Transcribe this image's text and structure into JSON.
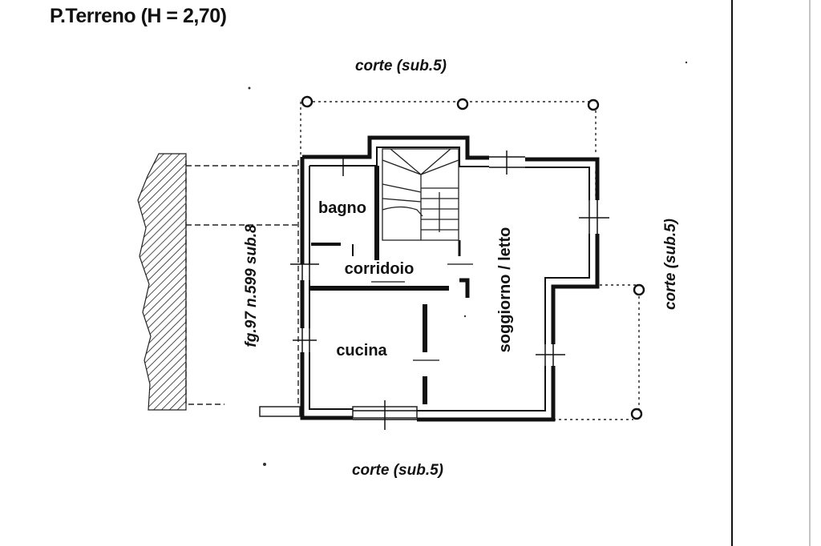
{
  "plan": {
    "title": "P.Terreno (H = 2,70)",
    "labels": {
      "corte_top": "corte (sub.5)",
      "corte_right": "corte (sub.5)",
      "corte_bottom": "corte (sub.5)",
      "parcel_left": "fg.97 n.599 sub.8"
    },
    "rooms": {
      "bagno": "bagno",
      "corridoio": "corridoio",
      "cucina": "cucina",
      "soggiorno": "soggiorno / letto"
    }
  }
}
